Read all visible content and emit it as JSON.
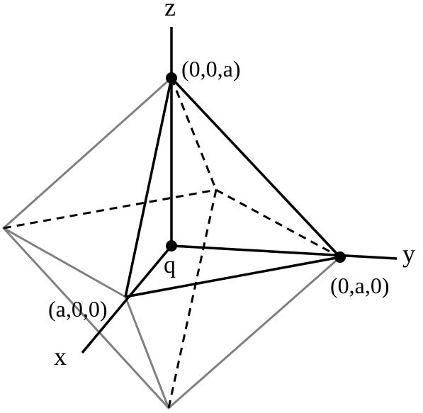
{
  "labels": {
    "z_axis": "z",
    "y_axis": "y",
    "x_axis": "x",
    "origin": "q",
    "point_z": "(0,0,a)",
    "point_y": "(0,a,0)",
    "point_x": "(a,0,0)"
  },
  "colors": {
    "line": "#000000",
    "outline": "#808080",
    "background": "#ffffff"
  }
}
